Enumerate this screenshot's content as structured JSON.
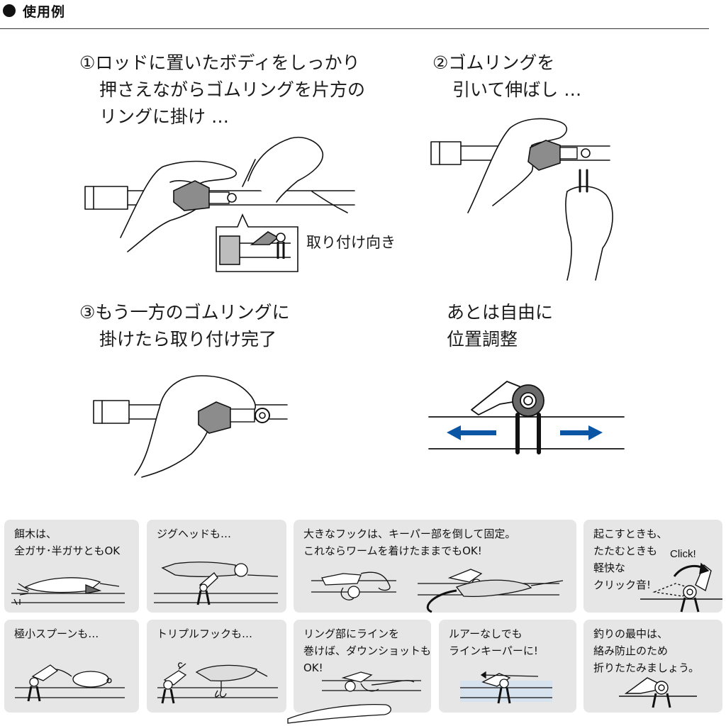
{
  "section": {
    "title": "使用例"
  },
  "steps": {
    "step1": {
      "line1": "①ロッドに置いたボディをしっかり",
      "line2": "押さえながらゴムリングを片方の",
      "line3": "リングに掛け …"
    },
    "step1_inset_label": "取り付け向き",
    "step2": {
      "line1": "②ゴムリングを",
      "line2": "引いて伸ばし …"
    },
    "step3": {
      "line1": "③もう一方のゴムリングに",
      "line2": "掛けたら取り付け完了"
    },
    "step4": {
      "line1": "あとは自由に",
      "line2": "位置調整"
    }
  },
  "cards": [
    {
      "lines": [
        "餌木は、",
        "全ガサ･半ガサともOK"
      ],
      "illustration": "squid-jig-icon"
    },
    {
      "lines": [
        "ジグヘッドも…"
      ],
      "illustration": "jighead-worm-icon"
    },
    {
      "lines": [
        "大きなフックは、キーパー部を倒して固定。",
        "これならワームを着けたままでもOK!"
      ],
      "illustration": "big-hook-worm-icon"
    },
    {
      "lines": [
        "起こすときも、",
        "たたむときも",
        "軽快な",
        "クリック音!"
      ],
      "extra": "Click!",
      "illustration": "click-fold-icon"
    },
    {
      "lines": [
        "極小スプーンも…"
      ],
      "illustration": "spoon-icon"
    },
    {
      "lines": [
        "トリプルフックも…"
      ],
      "illustration": "treble-hook-plug-icon"
    },
    {
      "lines": [
        "リング部にラインを",
        "巻けば、ダウンショットも",
        "OK!"
      ],
      "illustration": "downshot-icon"
    },
    {
      "lines": [
        "ルアーなしでも",
        "ラインキーパーに!"
      ],
      "illustration": "line-keeper-icon"
    },
    {
      "lines": [
        "釣りの最中は、",
        "絡み防止のため",
        "折りたたみましょう。"
      ],
      "illustration": "folded-keeper-icon"
    }
  ],
  "colors": {
    "arrow": "#0a56a5",
    "card_bg": "#e6e6e6",
    "body_gray": "#8c8c8c"
  }
}
